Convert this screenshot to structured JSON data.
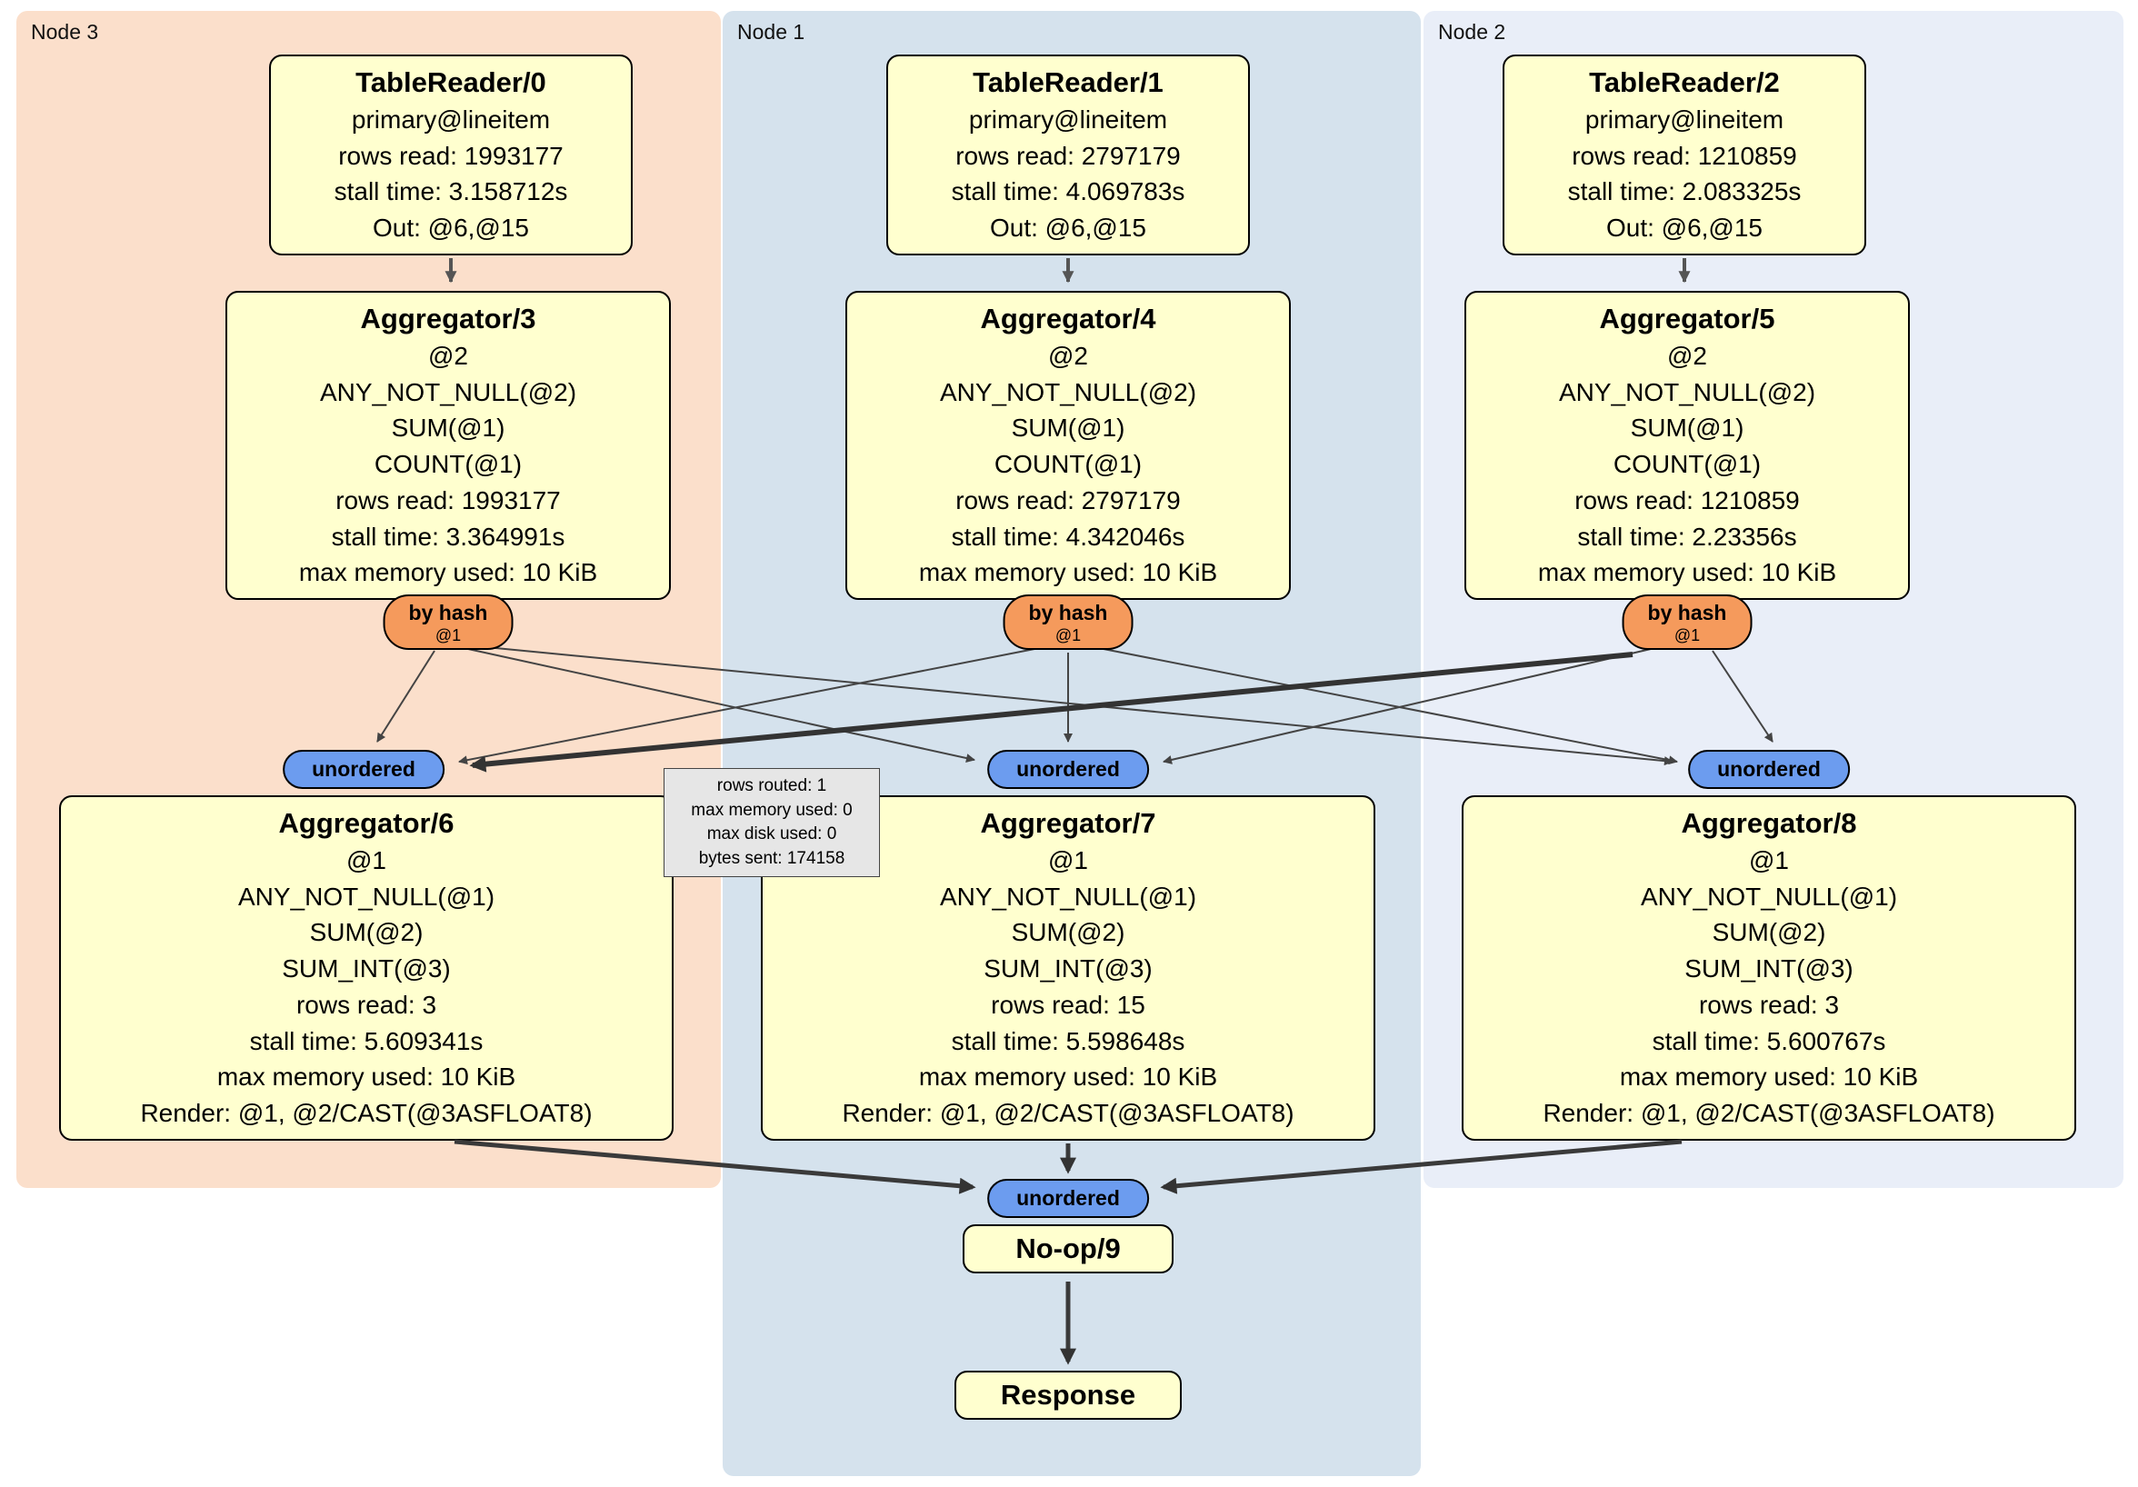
{
  "panels": {
    "node3": {
      "label": "Node 3"
    },
    "node1": {
      "label": "Node 1"
    },
    "node2": {
      "label": "Node 2"
    }
  },
  "nodes": {
    "tr0": {
      "title": "TableReader/0",
      "lines": [
        "primary@lineitem",
        "rows read: 1993177",
        "stall time: 3.158712s",
        "Out: @6,@15"
      ]
    },
    "tr1": {
      "title": "TableReader/1",
      "lines": [
        "primary@lineitem",
        "rows read: 2797179",
        "stall time: 4.069783s",
        "Out: @6,@15"
      ]
    },
    "tr2": {
      "title": "TableReader/2",
      "lines": [
        "primary@lineitem",
        "rows read: 1210859",
        "stall time: 2.083325s",
        "Out: @6,@15"
      ]
    },
    "agg3": {
      "title": "Aggregator/3",
      "lines": [
        "@2",
        "ANY_NOT_NULL(@2)",
        "SUM(@1)",
        "COUNT(@1)",
        "rows read: 1993177",
        "stall time: 3.364991s",
        "max memory used: 10 KiB"
      ]
    },
    "agg4": {
      "title": "Aggregator/4",
      "lines": [
        "@2",
        "ANY_NOT_NULL(@2)",
        "SUM(@1)",
        "COUNT(@1)",
        "rows read: 2797179",
        "stall time: 4.342046s",
        "max memory used: 10 KiB"
      ]
    },
    "agg5": {
      "title": "Aggregator/5",
      "lines": [
        "@2",
        "ANY_NOT_NULL(@2)",
        "SUM(@1)",
        "COUNT(@1)",
        "rows read: 1210859",
        "stall time: 2.23356s",
        "max memory used: 10 KiB"
      ]
    },
    "agg6": {
      "title": "Aggregator/6",
      "lines": [
        "@1",
        "ANY_NOT_NULL(@1)",
        "SUM(@2)",
        "SUM_INT(@3)",
        "rows read: 3",
        "stall time: 5.609341s",
        "max memory used: 10 KiB",
        "Render: @1, @2/CAST(@3ASFLOAT8)"
      ]
    },
    "agg7": {
      "title": "Aggregator/7",
      "lines": [
        "@1",
        "ANY_NOT_NULL(@1)",
        "SUM(@2)",
        "SUM_INT(@3)",
        "rows read: 15",
        "stall time: 5.598648s",
        "max memory used: 10 KiB",
        "Render: @1, @2/CAST(@3ASFLOAT8)"
      ]
    },
    "agg8": {
      "title": "Aggregator/8",
      "lines": [
        "@1",
        "ANY_NOT_NULL(@1)",
        "SUM(@2)",
        "SUM_INT(@3)",
        "rows read: 3",
        "stall time: 5.600767s",
        "max memory used: 10 KiB",
        "Render: @1, @2/CAST(@3ASFLOAT8)"
      ]
    },
    "noop": {
      "title": "No-op/9"
    },
    "response": {
      "title": "Response"
    }
  },
  "routers": {
    "hash3": {
      "label": "by hash",
      "sub": "@1"
    },
    "hash4": {
      "label": "by hash",
      "sub": "@1"
    },
    "hash5": {
      "label": "by hash",
      "sub": "@1"
    }
  },
  "syncs": {
    "un3": {
      "label": "unordered"
    },
    "un1": {
      "label": "unordered"
    },
    "un2": {
      "label": "unordered"
    },
    "unFinal": {
      "label": "unordered"
    }
  },
  "edge_tooltip": {
    "lines": [
      "rows routed: 1",
      "max memory used: 0",
      "max disk used: 0",
      "bytes sent: 174158"
    ]
  },
  "colors": {
    "node3_bg": "#FBDFCB",
    "node1_bg": "#D5E2ED",
    "node2_bg": "#E9EEF8",
    "plan_box_bg": "#FFFFCF",
    "router_bg": "#F59A5C",
    "sync_bg": "#6C9CEF",
    "edge": "#3a3a3a",
    "tooltip_bg": "#E6E6E6"
  }
}
